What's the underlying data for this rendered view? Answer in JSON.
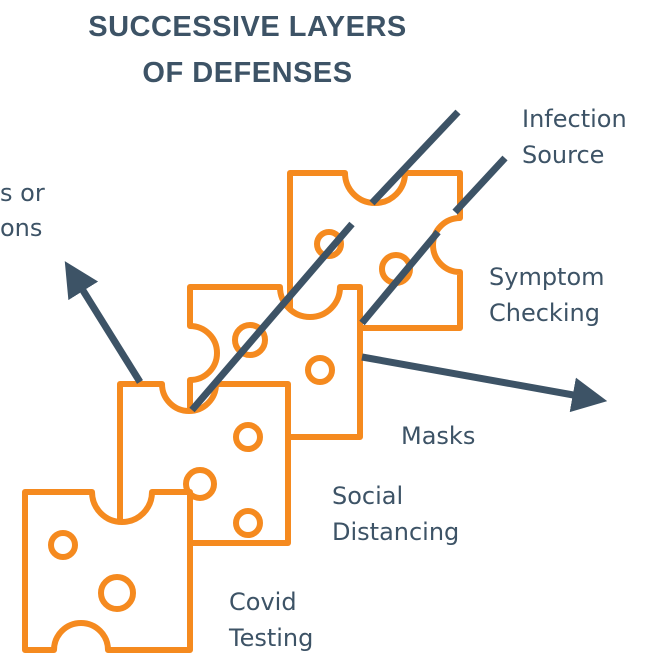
{
  "title": {
    "line1": "SUCCESSIVE LAYERS",
    "line2": "OF DEFENSES"
  },
  "labels": {
    "infection_source": [
      "Infection",
      "Source"
    ],
    "cut_off_left": [
      "s or",
      "ons"
    ],
    "symptom_checking": [
      "Symptom",
      "Checking"
    ],
    "masks": [
      "Masks"
    ],
    "social_distancing": [
      "Social",
      "Distancing"
    ],
    "covid_testing": [
      "Covid",
      "Testing"
    ]
  },
  "colors": {
    "title": "#3d5366",
    "label": "#3d5366",
    "cheese": "#f58a1f",
    "arrow": "#3d5366"
  }
}
